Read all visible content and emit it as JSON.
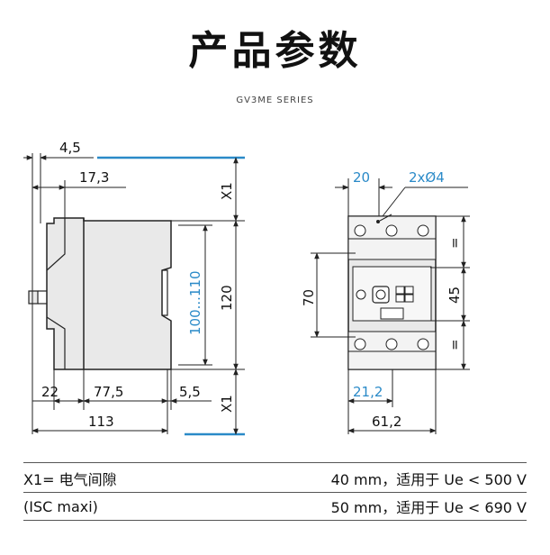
{
  "header": {
    "title": "产品参数",
    "subtitle": "GV3ME SERIES"
  },
  "side_view": {
    "dim_top_offset": "4,5",
    "dim_top_width": "17,3",
    "dim_clearance_top": "X1",
    "dim_height_range": "100...110",
    "dim_height": "120",
    "dim_clearance_bottom": "X1",
    "dim_front": "22",
    "dim_body": "77,5",
    "dim_back": "5,5",
    "dim_total": "113"
  },
  "front_view": {
    "dim_hole_spacing": "20",
    "dim_holes": "2xØ4",
    "dim_mount_height": "70",
    "dim_equal_top": "=",
    "dim_center": "45",
    "dim_equal_bottom": "=",
    "dim_half_width": "21,2",
    "dim_width": "61,2"
  },
  "notes": [
    {
      "left": "X1= 电气间隙",
      "right": "40 mm，适用于 Ue < 500 V"
    },
    {
      "left": "(ISC maxi)",
      "right": "50 mm，适用于 Ue < 690 V"
    }
  ],
  "colors": {
    "accent": "#2a8ac8",
    "line": "#222222",
    "body_fill": "#e9e9e9"
  }
}
